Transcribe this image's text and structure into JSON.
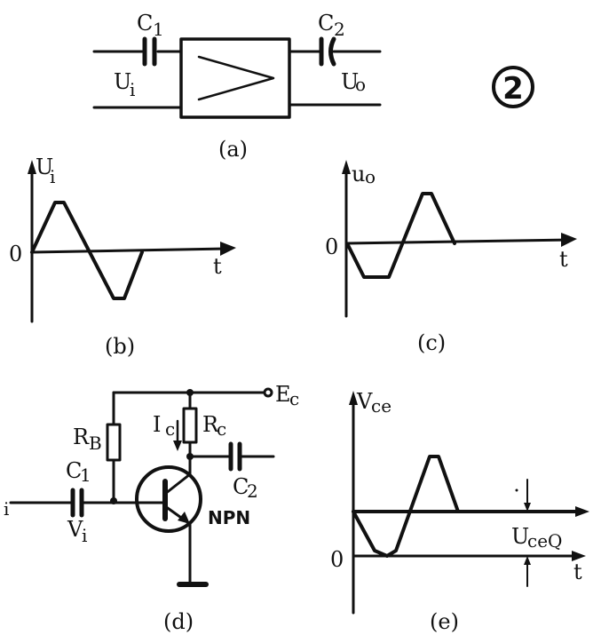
{
  "figure_number": "2",
  "panel_a": {
    "caption": "(a)",
    "input_label": "U",
    "input_sub": "i",
    "output_label": "U",
    "output_sub": "o",
    "cap1_label": "C",
    "cap1_sub": "1",
    "cap2_label": "C",
    "cap2_sub": "2"
  },
  "panel_b": {
    "caption": "(b)",
    "y_label": "U",
    "y_sub": "i",
    "origin_label": "0",
    "x_label": "t"
  },
  "panel_c": {
    "caption": "(c)",
    "y_label": "u",
    "y_sub": "o",
    "origin_label": "0",
    "x_label": "t"
  },
  "panel_d": {
    "caption": "(d)",
    "supply_label": "E",
    "supply_sub": "c",
    "rb_label": "R",
    "rb_sub": "B",
    "rc_label": "R",
    "rc_sub": "c",
    "ic_label": "I",
    "ic_sub": "c",
    "c1_label": "C",
    "c1_sub": "1",
    "c2_label": "C",
    "c2_sub": "2",
    "vi_label": "V",
    "vi_sub": "i",
    "transistor_label": "NPN",
    "input_mark": "i"
  },
  "panel_e": {
    "caption": "(e)",
    "y_label": "V",
    "y_sub": "ce",
    "origin_label": "0",
    "x_label": "t",
    "level_label": "U",
    "level_sub": "ceQ"
  },
  "colors": {
    "ink": "#111111",
    "background": "#ffffff"
  }
}
